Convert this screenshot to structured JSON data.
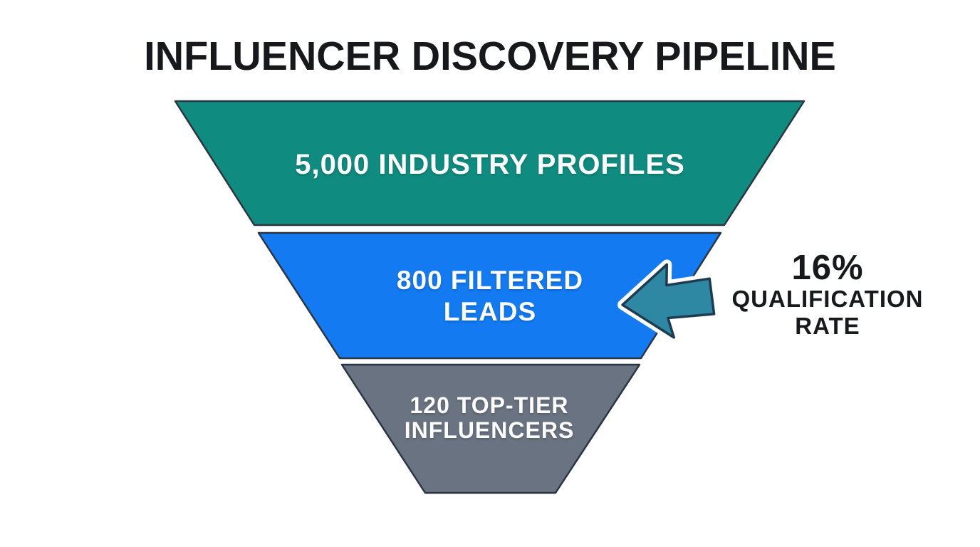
{
  "title": "INFLUENCER DISCOVERY PIPELINE",
  "funnel": {
    "tiers": [
      {
        "name": "industry-profiles",
        "value": 5000,
        "lines": [
          "5,000 INDUSTRY PROFILES"
        ],
        "color": "#0f8c7f"
      },
      {
        "name": "filtered-leads",
        "value": 800,
        "lines": [
          "800 FILTERED",
          "LEADS"
        ],
        "color": "#137af2"
      },
      {
        "name": "top-tier-influencers",
        "value": 120,
        "lines": [
          "120 TOP-TIER",
          "INFLUENCERS"
        ],
        "color": "#6a7381"
      }
    ],
    "outline_color": "#2b3542"
  },
  "annotation": {
    "value": "16%",
    "line1": "QUALIFICATION",
    "line2": "RATE"
  },
  "arrow": {
    "fill": "#2e87a3",
    "stroke": "#1e3c50",
    "halo": "#ffffff",
    "direction": "left"
  },
  "colors": {
    "background": "#ffffff",
    "title_text": "#16181b",
    "tier_text": "#fdfdfd",
    "annotation_text": "#17191c"
  },
  "chart_data": {
    "type": "funnel",
    "title": "INFLUENCER DISCOVERY PIPELINE",
    "stages": [
      {
        "label": "5,000 INDUSTRY PROFILES",
        "value": 5000,
        "color": "#0f8c7f"
      },
      {
        "label": "800 FILTERED LEADS",
        "value": 800,
        "color": "#137af2"
      },
      {
        "label": "120 TOP-TIER INFLUENCERS",
        "value": 120,
        "color": "#6a7381"
      }
    ],
    "annotations": [
      {
        "text": "16% QUALIFICATION RATE",
        "points_to": "800 FILTERED LEADS",
        "side": "right"
      }
    ],
    "legend": "none",
    "orientation": "top-wide-inverted-funnel"
  }
}
